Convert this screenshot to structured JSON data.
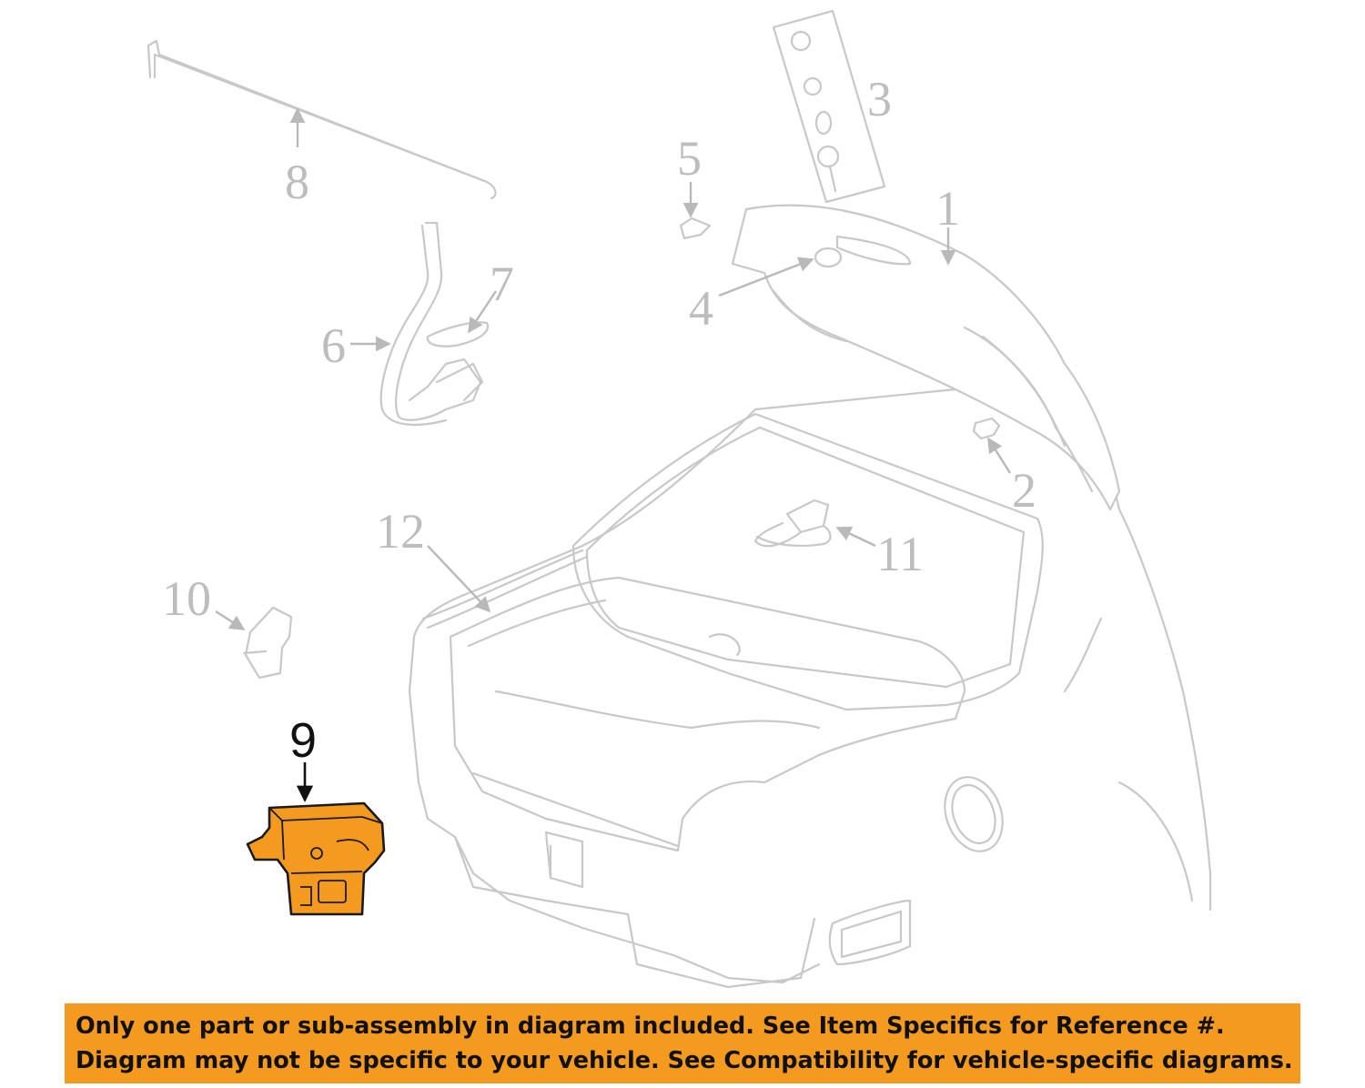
{
  "diagram": {
    "callouts": [
      {
        "id": "1",
        "label": "1"
      },
      {
        "id": "2",
        "label": "2"
      },
      {
        "id": "3",
        "label": "3"
      },
      {
        "id": "4",
        "label": "4"
      },
      {
        "id": "5",
        "label": "5"
      },
      {
        "id": "6",
        "label": "6"
      },
      {
        "id": "7",
        "label": "7"
      },
      {
        "id": "8",
        "label": "8"
      },
      {
        "id": "9",
        "label": "9",
        "highlighted": true
      },
      {
        "id": "10",
        "label": "10"
      },
      {
        "id": "11",
        "label": "11"
      },
      {
        "id": "12",
        "label": "12"
      }
    ],
    "highlight_color": "#f39a1f",
    "ghost_color": "#c8c8c8"
  },
  "disclaimer": {
    "line1": "Only one part or sub-assembly in diagram included. See Item Specifics for Reference #.",
    "line2": "Diagram may not be specific to your vehicle. See Compatibility for vehicle-specific diagrams.",
    "background": "#f39a1f"
  }
}
